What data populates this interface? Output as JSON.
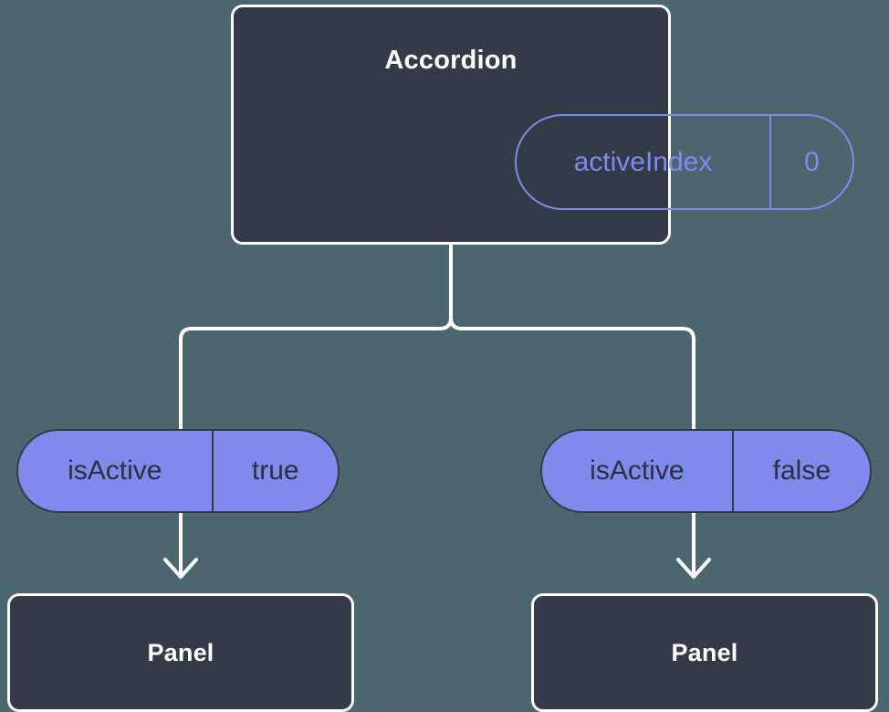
{
  "diagram": {
    "type": "component-state-tree",
    "background_color": "#4c666f",
    "node_fill_color": "#343b48",
    "node_border_color": "#ffffff",
    "accent_color": "#8089ec",
    "connector_color": "#ffffff"
  },
  "root": {
    "title": "Accordion",
    "state": {
      "key": "activeIndex",
      "value": "0"
    }
  },
  "branches": [
    {
      "prop": {
        "key": "isActive",
        "value": "true"
      },
      "child": {
        "title": "Panel"
      }
    },
    {
      "prop": {
        "key": "isActive",
        "value": "false"
      },
      "child": {
        "title": "Panel"
      }
    }
  ]
}
